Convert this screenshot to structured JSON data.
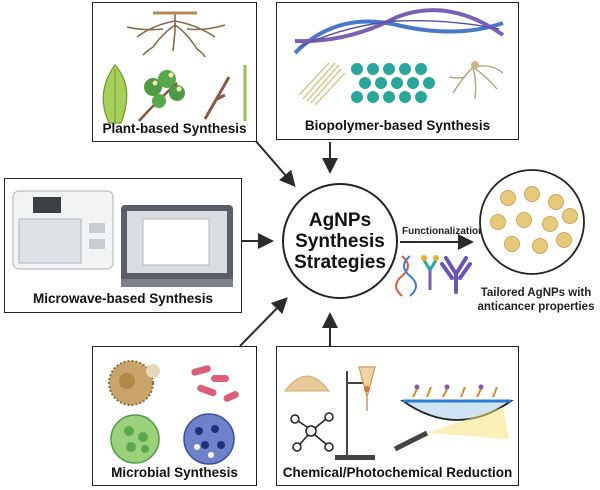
{
  "panels": {
    "plant": "Plant-based Synthesis",
    "biopolymer": "Biopolymer-based Synthesis",
    "microwave": "Microwave-based Synthesis",
    "microbial": "Microbial Synthesis",
    "chemical": "Chemical/Photochemical Reduction"
  },
  "center": {
    "line1": "AgNPs",
    "line2": "Synthesis",
    "line3": "Strategies"
  },
  "functionalization_label": "Functionalization",
  "result_label": {
    "line1": "Tailored AgNPs with",
    "line2": "anticancer properties"
  },
  "colors": {
    "arrow": "#2b2b2b",
    "nanoparticle": "#e6c97a",
    "helix_purple": "#7b5fb5",
    "helix_blue": "#4a78c9",
    "teal_chain": "#2aa79b",
    "leaf_green": "#8fc54b"
  }
}
